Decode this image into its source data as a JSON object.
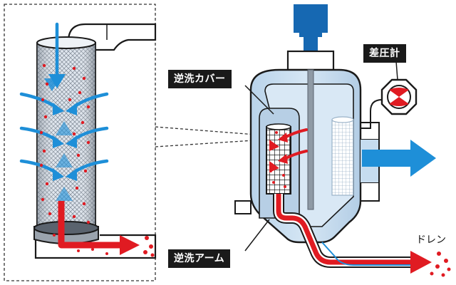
{
  "labels": {
    "backwash_cover": "逆洗カバー",
    "differential_pressure_gauge": "差圧計",
    "backwash_arm": "逆洗アーム",
    "drain": "ドレン"
  },
  "colors": {
    "flow_blue": "#1e8fd8",
    "drain_red": "#e01b22",
    "vessel_fill": "#c6dcef",
    "motor_blue": "#1668b2",
    "label_bg": "#1a1a1a",
    "outline": "#1a1a1a"
  },
  "icons": [
    "motor",
    "differential-pressure-gauge",
    "filter-screen",
    "outlet-arrow",
    "drain-arrow",
    "particles"
  ]
}
